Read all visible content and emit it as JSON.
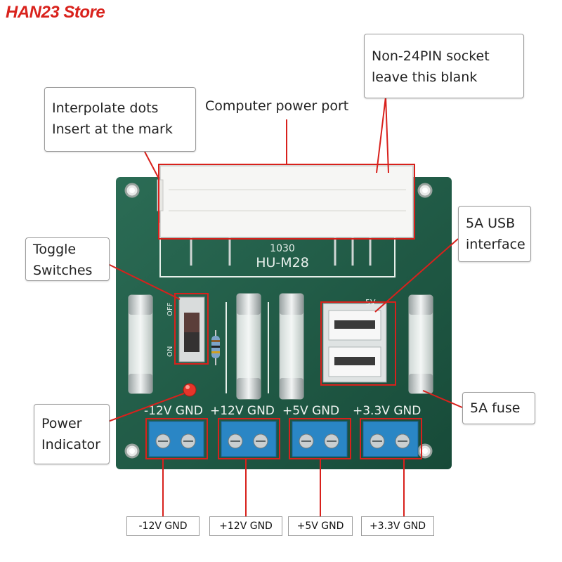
{
  "store_name": "HAN23 Store",
  "board": {
    "model": "HU-M28",
    "code": "1030",
    "switch_off": "OFF",
    "switch_on": "ON",
    "usb_mark": "5V",
    "terminal_labels": [
      "-12V GND",
      "+12V GND",
      "+5V GND",
      "+3.3V GND"
    ],
    "colors": {
      "pcb": "#1f5a45",
      "terminal": "#2a86c5",
      "callout_line": "#d8211c"
    }
  },
  "callouts": {
    "interpolate": [
      "Interpolate dots",
      "Insert at the mark"
    ],
    "power_port": "Computer power port",
    "non24": [
      "Non-24PIN socket",
      "leave this blank"
    ],
    "toggle": [
      "Toggle",
      "Switches"
    ],
    "usb": [
      "5A USB",
      "interface"
    ],
    "fuse": "5A fuse",
    "indicator": [
      "Power",
      "Indicator"
    ]
  },
  "bottom_labels": [
    "-12V GND",
    "+12V GND",
    "+5V GND",
    "+3.3V GND"
  ]
}
